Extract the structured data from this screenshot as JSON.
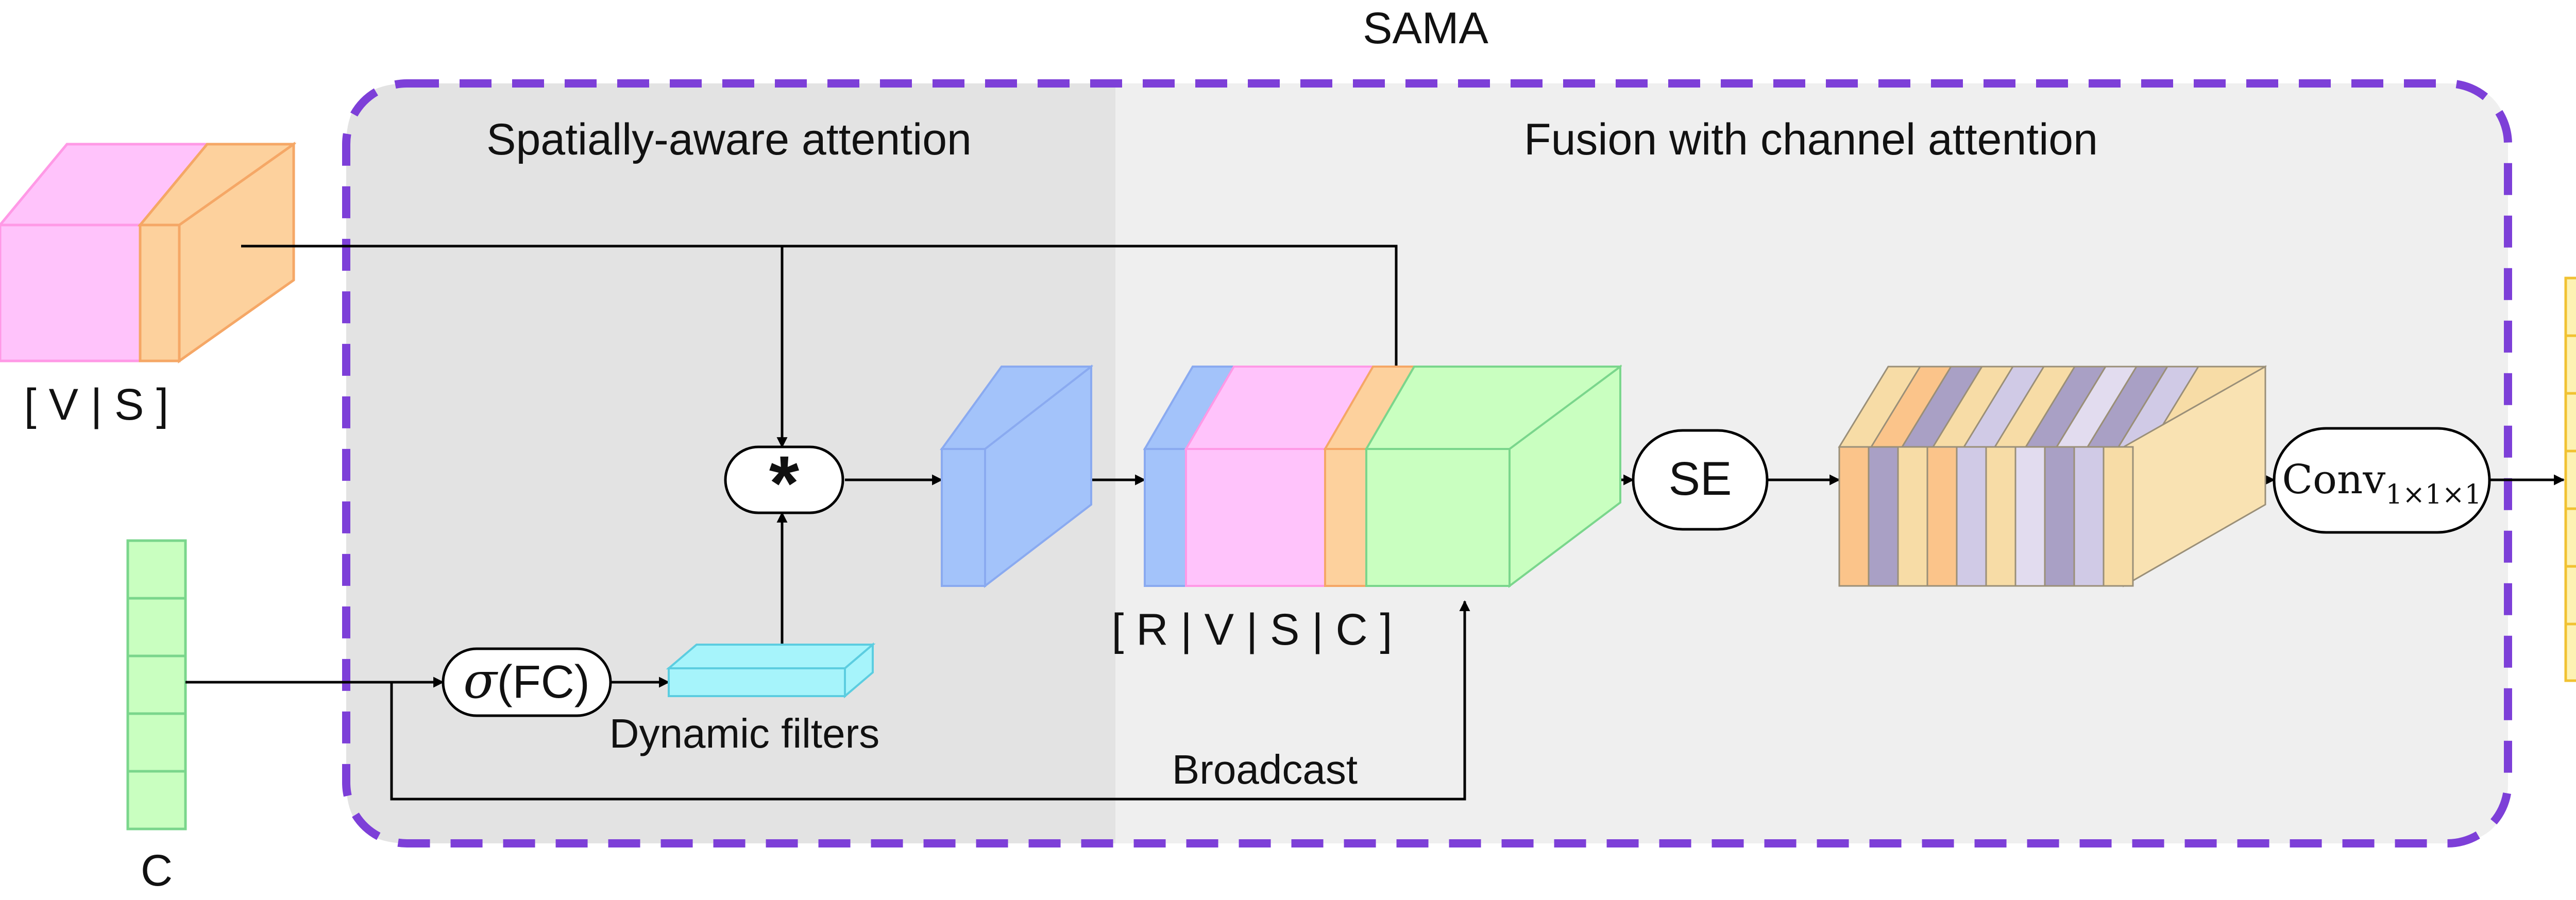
{
  "title": "SAMA",
  "panels": {
    "left_title": "Spatially-aware attention",
    "right_title": "Fusion with channel  attention"
  },
  "inputs": {
    "vs_label": "[ V | S ]",
    "c_label": "C"
  },
  "ops": {
    "conv_star": "*",
    "sigma_symbol": "σ",
    "fc_text": "(FC)",
    "se": "SE",
    "conv_main": "Conv",
    "conv_sub": "1×1×1"
  },
  "labels": {
    "dynamic_filters": "Dynamic filters",
    "concat": "[ R | V | S | C ]",
    "broadcast": "Broadcast"
  },
  "colors": {
    "sama_border": "#7d3fd8",
    "left_panel": "#e3e3e3",
    "right_panel": "#efefef",
    "v_pink": "#ffc3fb",
    "s_orange": "#fdd19d",
    "c_green": "#c9ffc0",
    "r_blue": "#a3c3fa",
    "filter_cyan": "#a6f4fb",
    "output_yellow": "#fdf2b4",
    "se_tan": "#f7dca6",
    "se_purple": "#a9a0c5",
    "se_lavender": "#d0cae6"
  }
}
